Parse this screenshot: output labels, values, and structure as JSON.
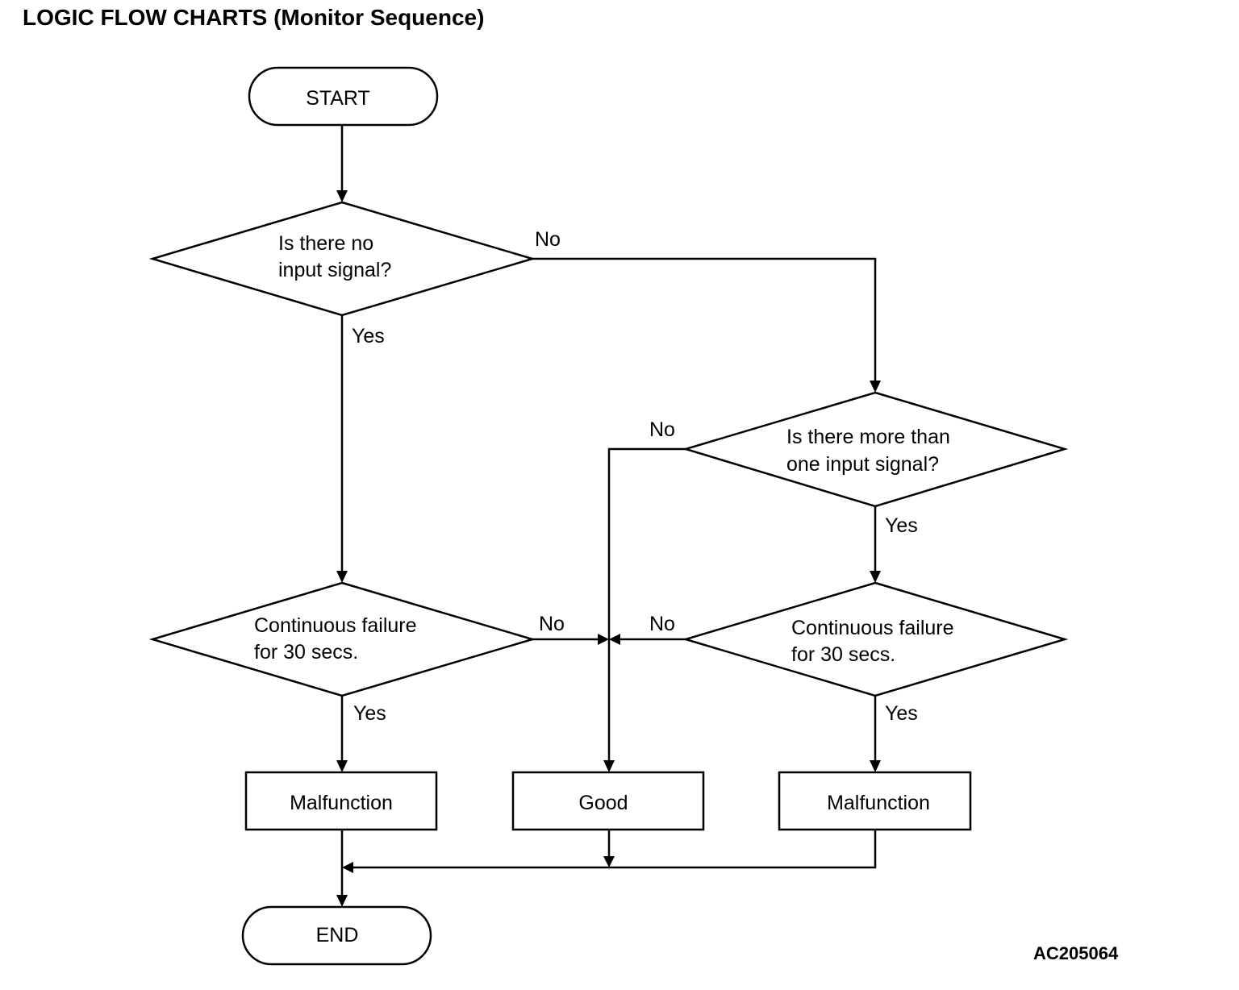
{
  "title": "LOGIC FLOW CHARTS (Monitor Sequence)",
  "figure_id": "AC205064",
  "nodes": {
    "start": "START",
    "decision1": {
      "line1": "Is there no",
      "line2": "input signal?"
    },
    "decision2": {
      "line1": "Is there more than",
      "line2": "one input signal?"
    },
    "decision3": {
      "line1": "Continuous failure",
      "line2": "for 30 secs."
    },
    "decision4": {
      "line1": "Continuous failure",
      "line2": "for 30 secs."
    },
    "malfunction_left": "Malfunction",
    "good": "Good",
    "malfunction_right": "Malfunction",
    "end": "END"
  },
  "labels": {
    "d1_no": "No",
    "d1_yes": "Yes",
    "d2_no": "No",
    "d2_yes": "Yes",
    "d3_no": "No",
    "d3_yes": "Yes",
    "d4_no": "No",
    "d4_yes": "Yes"
  }
}
